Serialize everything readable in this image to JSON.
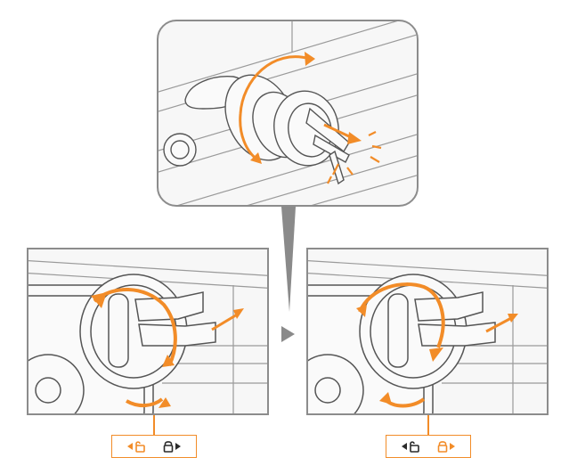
{
  "colors": {
    "accent": "#f28c28",
    "outline": "#8c8c8c",
    "line": "#555555",
    "background": "#f7f7f7"
  },
  "steps": [
    {
      "id": "step-rotate-clip",
      "icons": [
        "rotate-arrow-icon",
        "insert-arrow-icon"
      ]
    },
    {
      "id": "step-unlocked",
      "icons": [
        "rotate-clockwise-icon",
        "rotate-counterclockwise-icon",
        "slide-arrow-icon"
      ],
      "highlighted_state": "unlock"
    },
    {
      "id": "step-locked",
      "icons": [
        "rotate-clockwise-icon",
        "rotate-counterclockwise-icon",
        "slide-arrow-icon"
      ],
      "highlighted_state": "lock"
    }
  ],
  "lock_indicator": {
    "left": {
      "unlock": "orange",
      "lock": "dark"
    },
    "right": {
      "unlock": "dark",
      "lock": "orange"
    }
  },
  "icons": {
    "unlock": "unlock-icon",
    "lock": "lock-icon",
    "pointer_left": "triangle-left-icon",
    "pointer_right": "triangle-right-icon",
    "connector": "play-triangle-icon"
  }
}
